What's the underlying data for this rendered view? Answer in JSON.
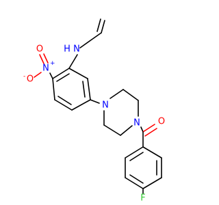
{
  "colors": {
    "carbon": "#000000",
    "nitrogen": "#0000ff",
    "oxygen": "#ff0000",
    "fluorine": "#33cc33",
    "background": "#ffffff"
  },
  "atoms": {
    "amine_n": "N",
    "amine_h": "H",
    "nitro_n": "N",
    "nitro_plus": "+",
    "nitro_o_double": "O",
    "nitro_o_single": "O",
    "nitro_minus": "-",
    "piperazine_n_top": "N",
    "piperazine_n_bottom": "N",
    "carbonyl_o": "O",
    "fluorine": "F"
  }
}
